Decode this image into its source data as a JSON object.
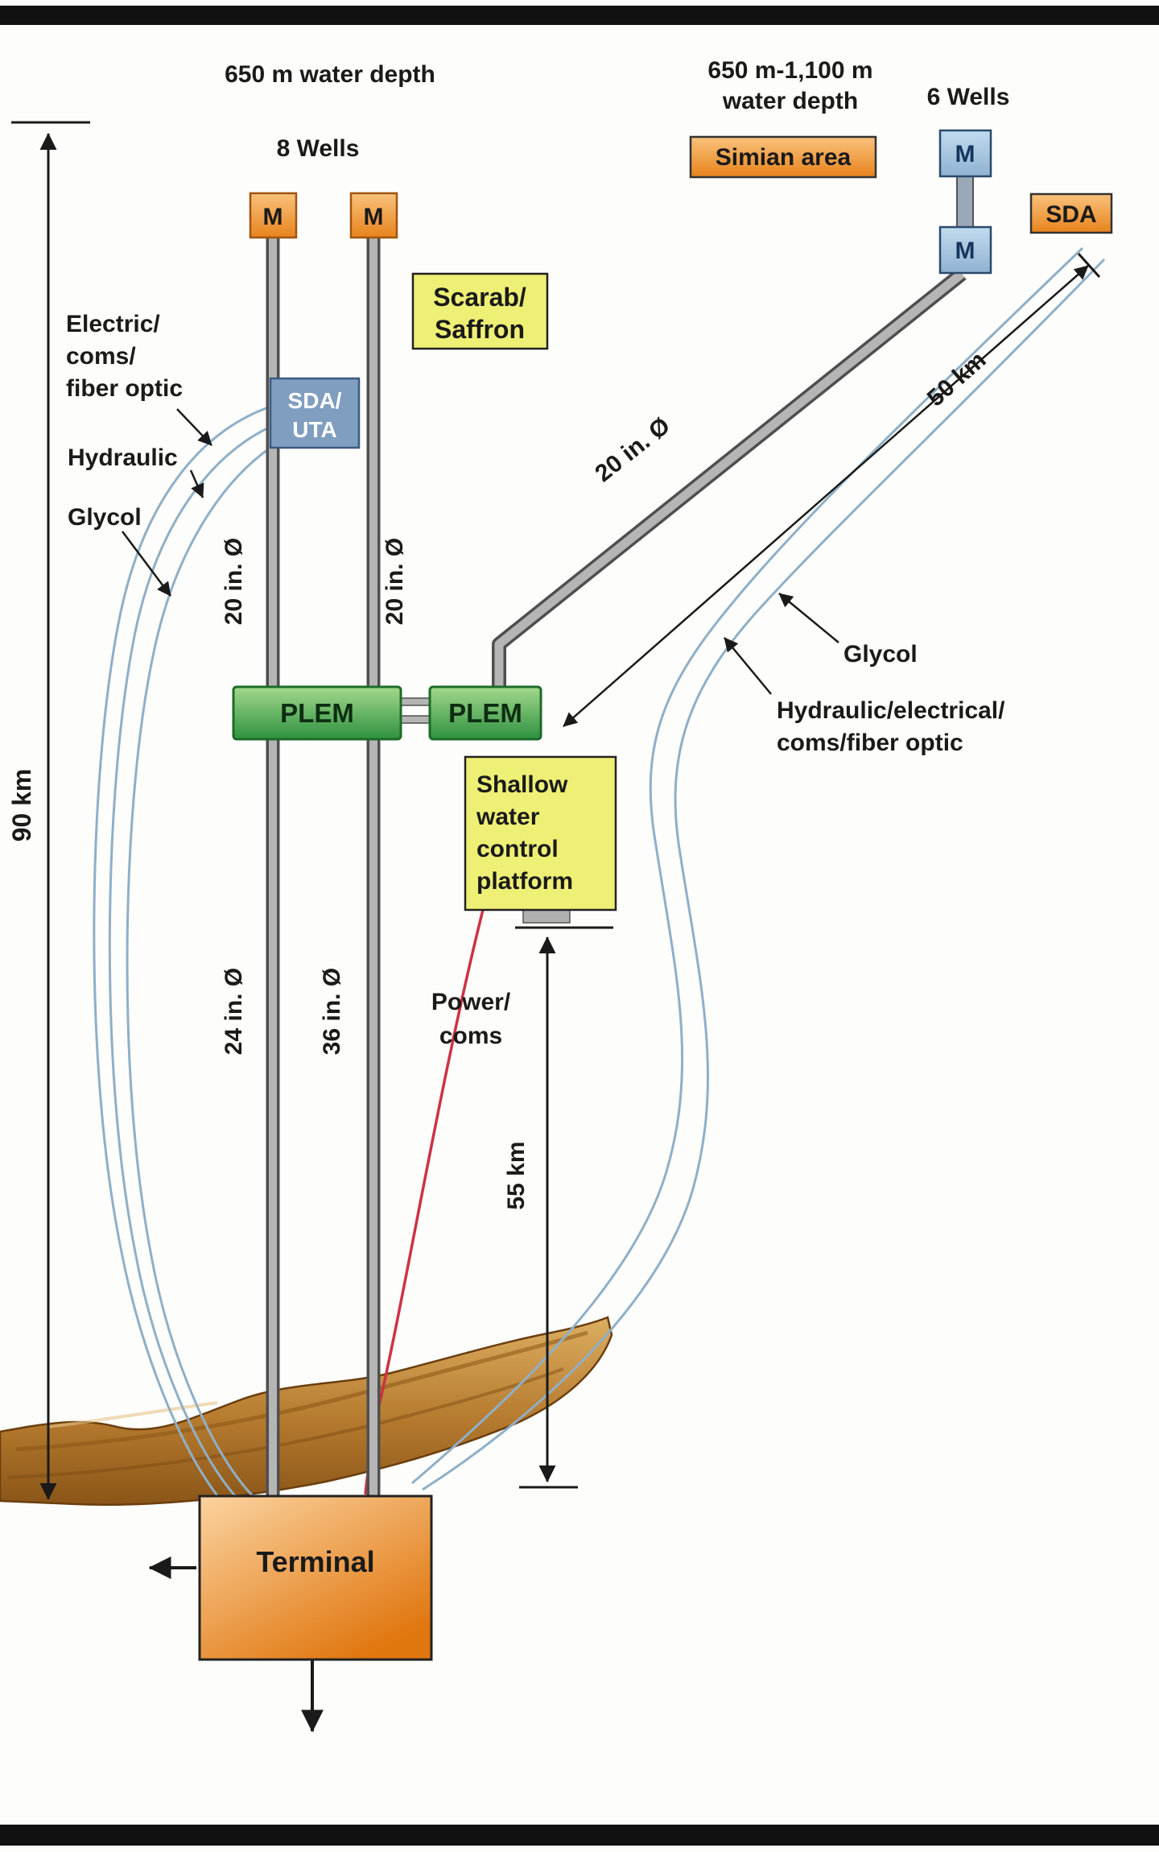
{
  "figure": {
    "scarab": {
      "water_depth": "650 m water depth",
      "wells": "8 Wells",
      "name1": "Scarab/",
      "name2": "Saffron",
      "m1": "M",
      "m2": "M",
      "sda_uta1": "SDA/",
      "sda_uta2": "UTA",
      "pipe1_upper": "20 in. Ø",
      "pipe2_upper": "20 in. Ø",
      "pipe1_lower": "24 in. Ø",
      "pipe2_lower": "36 in. Ø"
    },
    "simian": {
      "depth1": "650 m-1,100 m",
      "depth2": "water depth",
      "wells": "6 Wells",
      "area": "Simian area",
      "m1": "M",
      "m2": "M",
      "sda": "SDA",
      "pipe": "20 in. Ø"
    },
    "left_labels": {
      "electric1": "Electric/",
      "electric2": "coms/",
      "electric3": "fiber optic",
      "hydraulic": "Hydraulic",
      "glycol": "Glycol"
    },
    "right_labels": {
      "glycol": "Glycol",
      "hydraulic1": "Hydraulic/electrical/",
      "hydraulic2": "coms/fiber optic"
    },
    "distances": {
      "d90": "90 km",
      "d50": "50 km",
      "d55": "55 km"
    },
    "plem1": "PLEM",
    "plem2": "PLEM",
    "platform": {
      "l1": "Shallow",
      "l2": "water",
      "l3": "control",
      "l4": "platform"
    },
    "power": {
      "l1": "Power/",
      "l2": "coms"
    },
    "terminal": "Terminal"
  },
  "colors": {
    "manifold_orange": "#f09a3e",
    "terminal_orange": "#ee8c2a",
    "simian_box_orange": "#f0954e",
    "yellow_box": "#eef075",
    "plem_green": "#3f9e4c",
    "blue_box": "#a9c6e0",
    "sda_uta_blue": "#7f9ec0",
    "pipeline_gray": "#b5b5b5",
    "umbilical_blue": "#8fafc7",
    "power_red": "#cc3344",
    "seabed_brown": "#b57a2e",
    "frame_black": "#111111"
  }
}
